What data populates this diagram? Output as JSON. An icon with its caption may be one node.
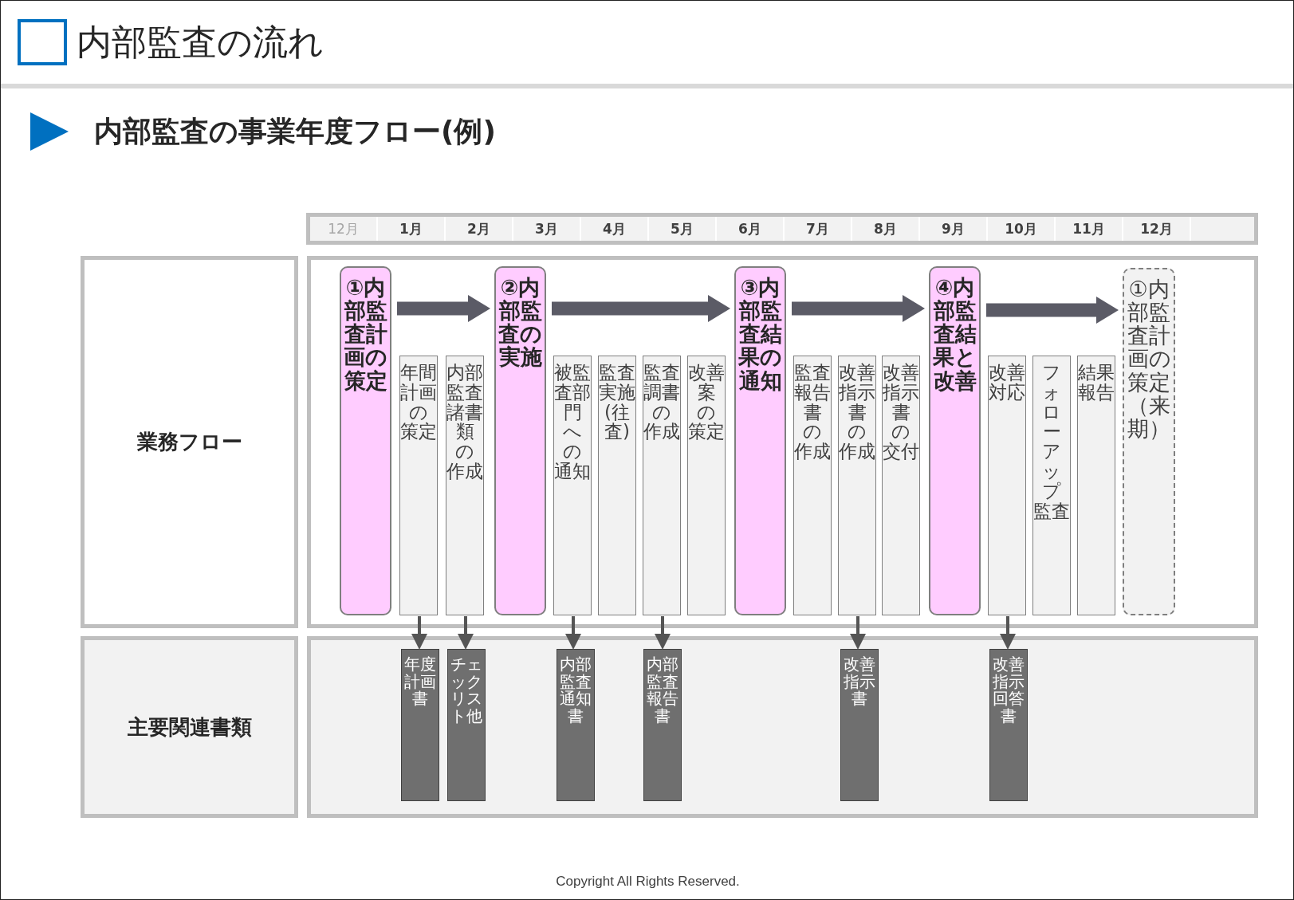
{
  "diagram": {
    "title": "内部監査の流れ",
    "nodes": [
      {
        "text": [
          "業務フロー"
        ]
      },
      {
        "text": [],
        "shape": "box"
      },
      {
        "text": [
          "①内部監査計画の策定"
        ],
        "in": 1
      },
      {
        "text": [
          "年間計画の策定"
        ],
        "in": 1
      },
      {
        "text": [
          "内部監査諸書類の作成"
        ],
        "in": 1
      },
      {
        "text": [
          "②内部監査の実施"
        ],
        "in": 1
      },
      {
        "text": [
          "被監査部門への通知"
        ],
        "in": 1
      },
      {
        "text": [
          "監査実施(往査)"
        ],
        "in": 1
      },
      {
        "text": [
          "監査調書の作成"
        ],
        "in": 1
      },
      {
        "text": [
          "改善案の策定"
        ],
        "in": 1
      },
      {
        "text": [
          "③内部監査結果の通知"
        ],
        "in": 1
      },
      {
        "text": [
          "監査報告書の作成"
        ],
        "in": 1
      },
      {
        "text": [
          "改善指示書の作成"
        ],
        "in": 1
      },
      {
        "text": [
          "改善指示書の交付"
        ],
        "in": 1
      },
      {
        "text": [
          "④内部監査結果と改善"
        ],
        "in": 1
      },
      {
        "text": [
          "改善対応"
        ],
        "in": 1
      },
      {
        "text": [
          "フォローアップ監査"
        ],
        "in": 1
      },
      {
        "text": [
          "結果報告"
        ],
        "in": 1
      },
      {
        "text": [
          "①内部監査計画の策定（来期）"
        ],
        "in": 1
      },
      {
        "text": [
          "主要関連書類"
        ]
      },
      {
        "text": [],
        "shape": "box"
      },
      {
        "text": [
          "年度計画書"
        ],
        "in": 20
      },
      {
        "text": [
          "チェックリスト他"
        ],
        "in": 20
      },
      {
        "text": [
          "内部監査通知書"
        ],
        "in": 20
      },
      {
        "text": [
          "内部監査報告書"
        ],
        "in": 20
      },
      {
        "text": [
          "改善指示書"
        ],
        "in": 20
      },
      {
        "text": [
          "改善指示回答書"
        ],
        "in": 20
      }
    ],
    "edges": [
      {
        "from": 2,
        "to": 5,
        "arrow": "to",
        "style": "thick"
      },
      {
        "from": 5,
        "to": 10,
        "arrow": "to",
        "style": "thick"
      },
      {
        "from": 10,
        "to": 14,
        "arrow": "to",
        "style": "thick"
      },
      {
        "from": 14,
        "to": 18,
        "arrow": "to",
        "style": "thick"
      },
      {
        "from": 3,
        "to": 21,
        "arrow": "to"
      },
      {
        "from": 4,
        "to": 22,
        "arrow": "to"
      },
      {
        "from": 6,
        "to": 23,
        "arrow": "to"
      },
      {
        "from": 8,
        "to": 24,
        "arrow": "to"
      },
      {
        "from": 12,
        "to": 25,
        "arrow": "to"
      },
      {
        "from": 15,
        "to": 26,
        "arrow": "to"
      }
    ],
    "labels": [
      "内部監査の事業年度フロー(例)",
      "12月",
      "1月",
      "2月",
      "3月",
      "4月",
      "5月",
      "6月",
      "7月",
      "8月",
      "9月",
      "10月",
      "11月",
      "12月",
      "Copyright  All Rights Reserved."
    ]
  }
}
